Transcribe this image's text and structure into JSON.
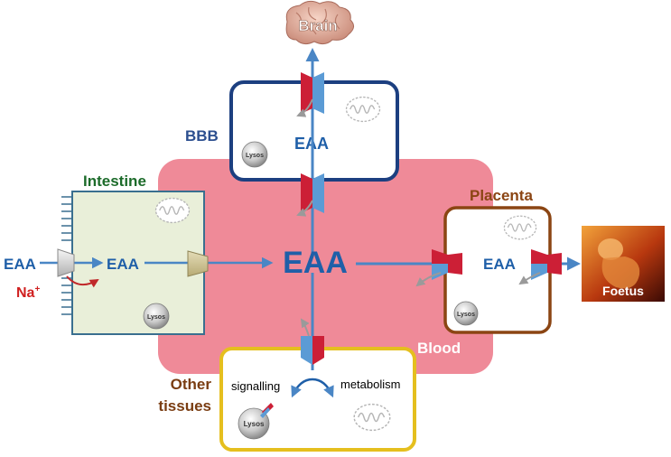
{
  "labels": {
    "brain": "Brain",
    "bbb": "BBB",
    "intestine": "Intestine",
    "placenta": "Placenta",
    "foetus": "Foetus",
    "blood": "Blood",
    "other_tissues_line1": "Other",
    "other_tissues_line2": "tissues",
    "eaa_center": "EAA",
    "eaa_bbb": "EAA",
    "eaa_intestine_outside": "EAA",
    "eaa_intestine_inside": "EAA",
    "eaa_placenta": "EAA",
    "na": "Na",
    "na_charge": "+",
    "signalling": "signalling",
    "metabolism": "metabolism",
    "lysos_bbb": "Lysos",
    "lysos_intestine": "Lysos",
    "lysos_placenta": "Lysos",
    "lysos_other": "Lysos"
  },
  "colors": {
    "blood_pool": "#ef8a98",
    "arrow_blue": "#4a86c5",
    "eaa_blue": "#1f5fa8",
    "bbb_border": "#1c3f80",
    "bbb_label": "#2c4f8f",
    "intestine_fill": "#e9efd9",
    "intestine_label": "#1c6b2a",
    "placenta_border": "#8b4513",
    "placenta_label": "#8b4513",
    "other_border": "#e5bf1e",
    "other_label": "#7a3d12",
    "na_red": "#d02020",
    "transporter_red": "#cc1f36",
    "transporter_blue": "#5b9bd5"
  },
  "icons": {
    "brain": "brain-icon",
    "foetus": "foetus-photo",
    "mitochondrion": "mitochondrion-icon",
    "lysosome": "lysosome-icon",
    "transporter": "transporter-icon"
  }
}
